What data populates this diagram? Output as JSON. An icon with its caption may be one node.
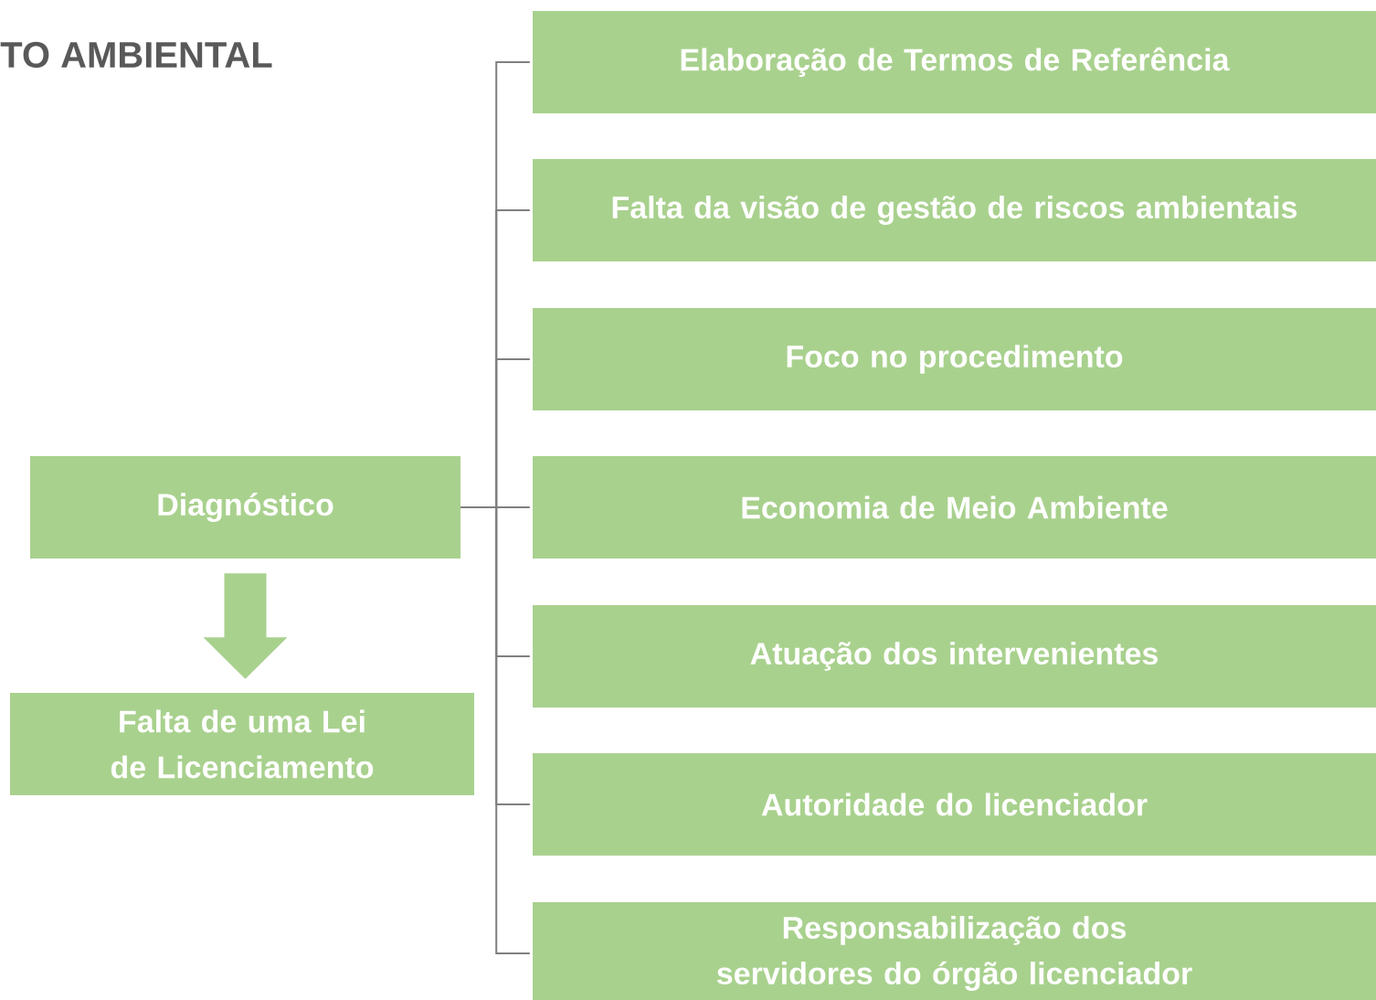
{
  "diagram": {
    "title": "TO AMBIENTAL",
    "nodes": [
      {
        "text": [
          "Diagnóstico"
        ]
      },
      {
        "text": [
          "Falta de uma Lei de Licenciamento"
        ]
      },
      {
        "text": [
          "Elaboração de Termos de Referência"
        ]
      },
      {
        "text": [
          "Falta da visão de gestão de riscos ambientais"
        ]
      },
      {
        "text": [
          "Foco no procedimento"
        ]
      },
      {
        "text": [
          "Economia de Meio Ambiente"
        ]
      },
      {
        "text": [
          "Atuação dos intervenientes"
        ]
      },
      {
        "text": [
          "Autoridade do licenciador"
        ]
      },
      {
        "text": [
          "Responsabilização dos servidores do órgão licenciador"
        ]
      }
    ],
    "edges": [
      {
        "from": 0,
        "to": 1,
        "arrow": "to",
        "style": "thick",
        "color": "#a9d18e"
      },
      {
        "from": 0,
        "to": 2,
        "arrow": "none"
      },
      {
        "from": 0,
        "to": 3,
        "arrow": "none"
      },
      {
        "from": 0,
        "to": 4,
        "arrow": "none"
      },
      {
        "from": 0,
        "to": 5,
        "arrow": "none"
      },
      {
        "from": 0,
        "to": 6,
        "arrow": "none"
      },
      {
        "from": 0,
        "to": 7,
        "arrow": "none"
      },
      {
        "from": 0,
        "to": 8,
        "arrow": "none"
      }
    ]
  }
}
